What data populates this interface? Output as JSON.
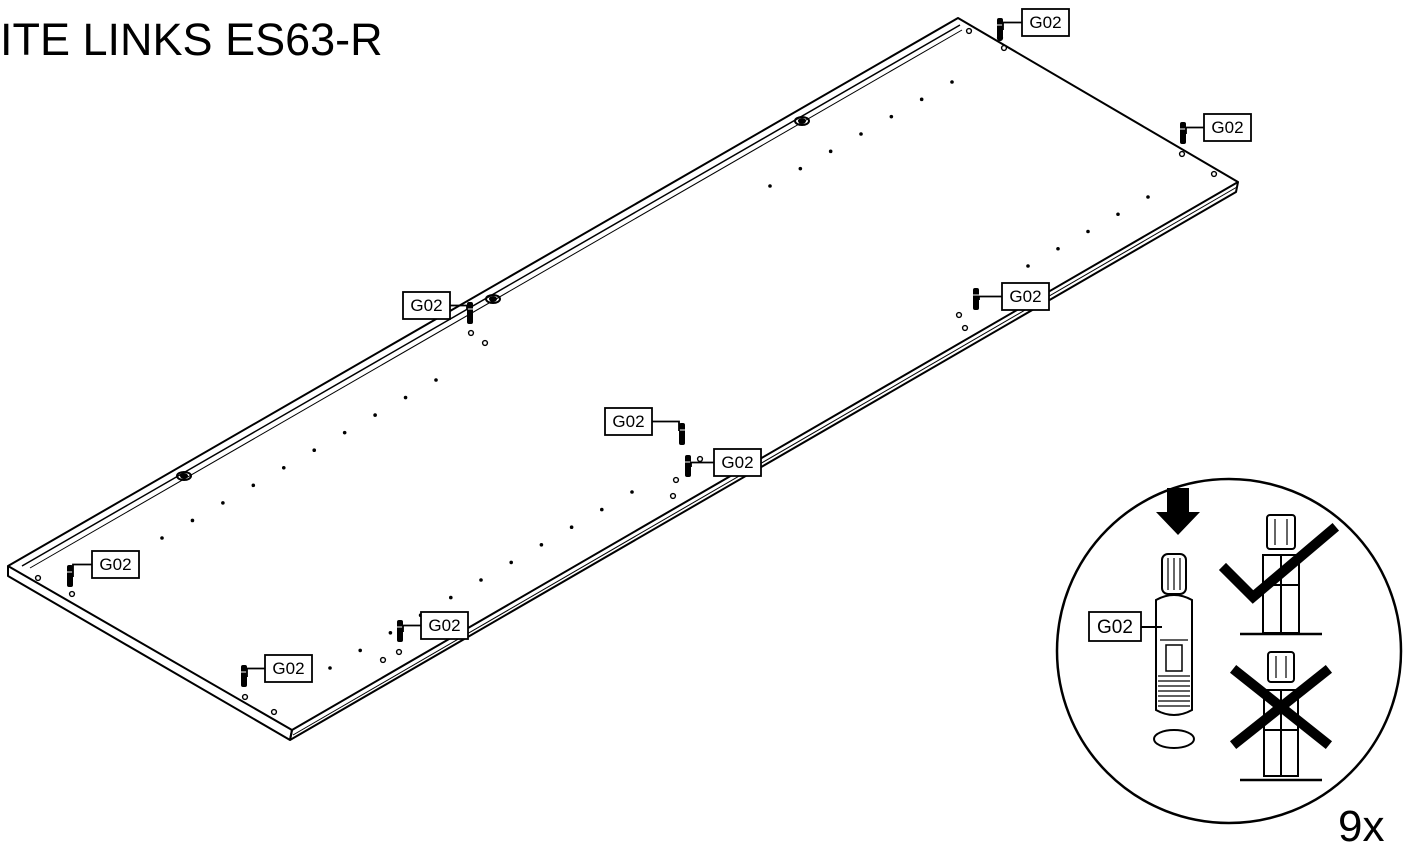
{
  "title": "ITE LINKS ES63-R",
  "part_label": "G02",
  "quantity": "9x",
  "detail_label": "G02",
  "icons": {
    "correct": "check-icon",
    "wrong": "cross-icon",
    "direction": "down-arrow-icon"
  }
}
